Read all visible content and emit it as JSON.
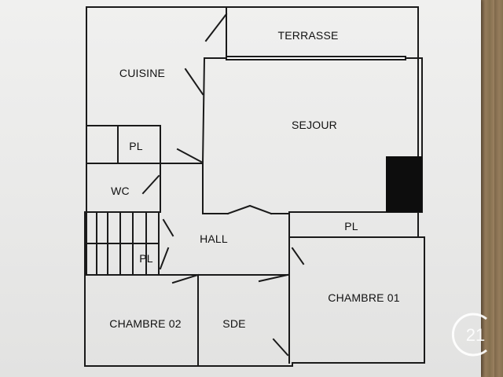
{
  "rooms": {
    "terrasse": "TERRASSE",
    "cuisine": "CUISINE",
    "sejour": "SEJOUR",
    "pl_top": "PL",
    "wc": "WC",
    "hall": "HALL",
    "pl_stairs": "PL",
    "pl_right": "PL",
    "chambre_01": "CHAMBRE 01",
    "chambre_02": "CHAMBRE 02",
    "sde": "SDE"
  },
  "logo": {
    "text": "21",
    "icon": "century-21-logo"
  },
  "colors": {
    "wall": "#1a1a1a",
    "dark_fill": "#0d0d0d",
    "paper": "#ececeb"
  }
}
